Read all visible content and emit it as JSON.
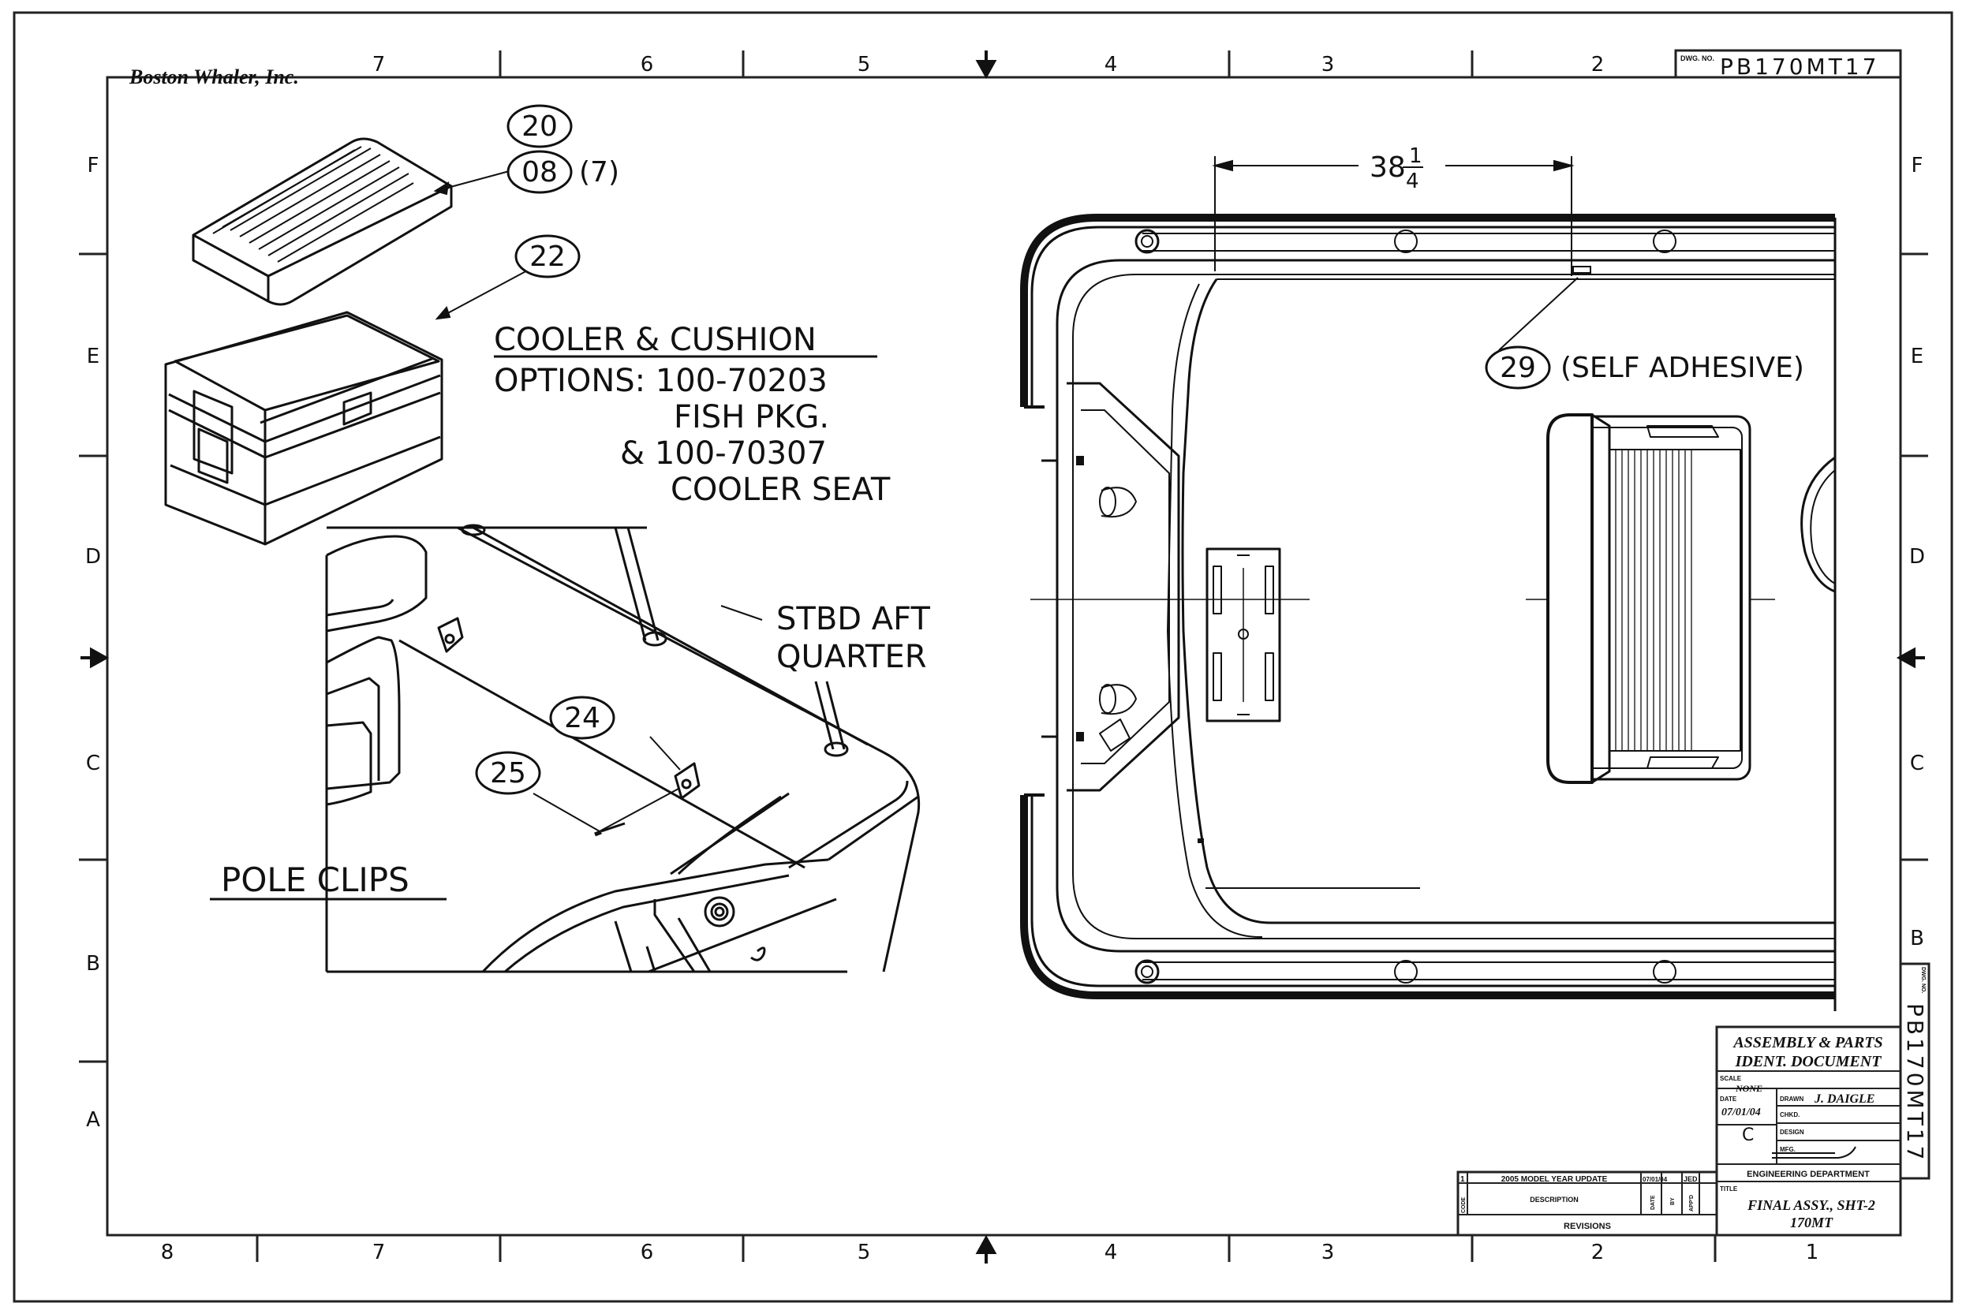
{
  "company": "Boston Whaler, Inc.",
  "dwg_no_label": "DWG. NO.",
  "dwg_no": "PB170MT17",
  "zones_top": [
    "7",
    "6",
    "5",
    "4",
    "3",
    "2"
  ],
  "zones_bottom": [
    "8",
    "7",
    "6",
    "5",
    "4",
    "3",
    "2",
    "1"
  ],
  "rows_left": [
    "F",
    "E",
    "D",
    "C",
    "B",
    "A"
  ],
  "rows_right": [
    "F",
    "E",
    "D",
    "C",
    "B"
  ],
  "dimension": {
    "whole": "38",
    "numerator": "1",
    "denominator": "4"
  },
  "callouts": {
    "c20": "20",
    "c08": "08",
    "c08_qty": "(7)",
    "c22": "22",
    "c24": "24",
    "c25": "25",
    "c29": "29",
    "c29_note": "(SELF ADHESIVE)"
  },
  "notes": {
    "cooler_title": "COOLER & CUSHION",
    "cooler_line1": "OPTIONS: 100-70203",
    "cooler_line2": "FISH PKG.",
    "cooler_line3": "& 100-70307",
    "cooler_line4": "COOLER SEAT",
    "stbd_line1": "STBD AFT",
    "stbd_line2": "QUARTER",
    "pole_clips": "POLE CLIPS"
  },
  "title_block": {
    "doc_line1": "ASSEMBLY & PARTS",
    "doc_line2": "IDENT. DOCUMENT",
    "scale_label": "SCALE",
    "scale_value": "NONE",
    "drawn_label": "DRAWN",
    "drawn_value": "J. DAIGLE",
    "chkd_label": "CHKD.",
    "date_label": "DATE",
    "date_value": "07/01/04",
    "design_label": "DESIGN",
    "rev_letter": "C",
    "mfg_label": "MFG.",
    "dept": "ENGINEERING DEPARTMENT",
    "title_label": "TITLE",
    "title_line1": "FINAL ASSY., SHT-2",
    "title_line2": "170MT"
  },
  "revisions": {
    "code": "1",
    "description": "2005 MODEL YEAR UPDATE",
    "date": "07/01/04",
    "by": "JED",
    "desc_header": "DESCRIPTION",
    "code_header": "CODE",
    "date_header": "DATE",
    "by_header": "BY",
    "appd_header": "APP'D",
    "footer": "REVISIONS"
  }
}
